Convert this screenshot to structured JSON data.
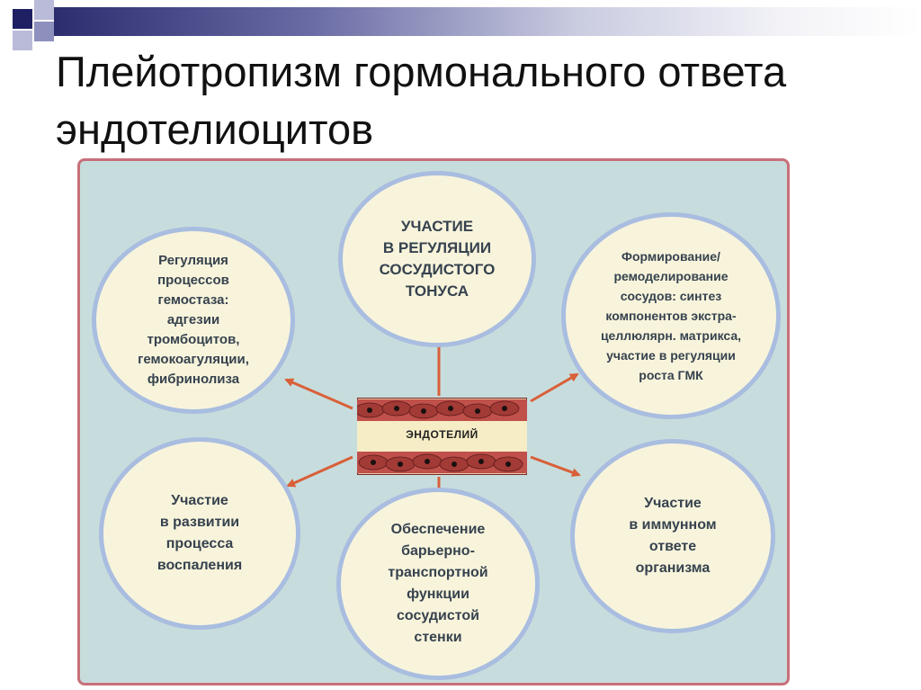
{
  "slide": {
    "title": "Плейотропизм гормонального ответа эндотелиоцитов"
  },
  "diagram": {
    "center_label": "ЭНДОТЕЛИЙ",
    "nodes": {
      "top": "УЧАСТИЕ\nВ РЕГУЛЯЦИИ\nСОСУДИСТОГО\nТОНУСА",
      "upper_left": "Регуляция\nпроцессов\nгемостаза:\nадгезии\nтромбоцитов,\nгемокоагуляции,\nфибринолиза",
      "upper_right": "Формирование/\nремоделирование\nсосудов: синтез\nкомпонентов экстра-\nцеллюлярн. матрикса,\nучастие в регуляции\nроста ГМК",
      "lower_left": "Участие\nв развитии\nпроцесса\nвоспаления",
      "bottom": "Обеспечение\nбарьерно-\nтранспортной\nфункции\nсосудистой\nстенки",
      "lower_right": "Участие\nв иммунном\nответе\nорганизма"
    }
  },
  "colors": {
    "panel_bg": "#c7dddd",
    "panel_border": "#c8707a",
    "circle_fill": "#f8f4dc",
    "circle_border": "#a9bde0",
    "arrow": "#d9603a",
    "text": "#36424e"
  }
}
